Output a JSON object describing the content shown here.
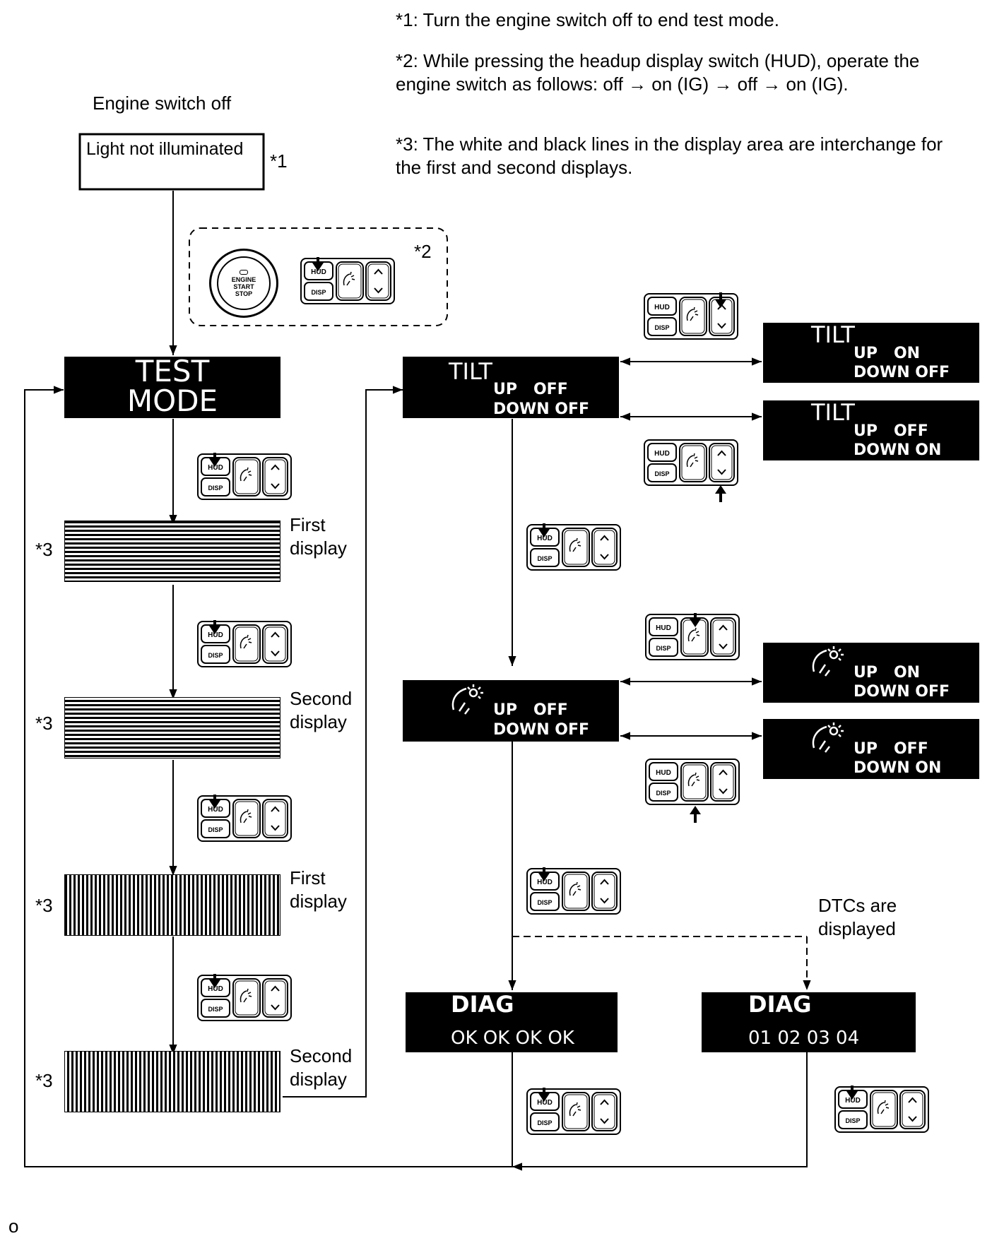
{
  "notes": {
    "n1": "*1: Turn the engine switch off to end test mode.",
    "n2": "*2: While pressing the headup display switch (HUD), operate the engine switch as follows: off → on (IG) → off → on (IG).",
    "n3": "*3: The white and black lines in the display area are interchange for the first and second displays."
  },
  "start": {
    "heading": "Engine switch off",
    "box_text": "Light not illuminated",
    "box_ref": "*1",
    "switch_ref": "*2"
  },
  "engine_button": {
    "l1": "ENGINE",
    "l2": "START",
    "l3": "STOP"
  },
  "switch_panel": {
    "hud": "HUD",
    "disp": "DISP"
  },
  "test_mode": {
    "line1": "TEST",
    "line2": "MODE"
  },
  "pattern_displays": [
    {
      "ref": "*3",
      "label1": "First",
      "label2": "display"
    },
    {
      "ref": "*3",
      "label1": "Second",
      "label2": "display"
    },
    {
      "ref": "*3",
      "label1": "First",
      "label2": "display"
    },
    {
      "ref": "*3",
      "label1": "Second",
      "label2": "display"
    }
  ],
  "tilt": {
    "title": "TILT",
    "main": {
      "row1": "UP   OFF",
      "row2": "DOWN OFF"
    },
    "up_on": {
      "row1": "UP   ON",
      "row2": "DOWN OFF"
    },
    "down_on": {
      "row1": "UP   OFF",
      "row2": "DOWN ON"
    }
  },
  "bright": {
    "main": {
      "row1": "UP   OFF",
      "row2": "DOWN OFF"
    },
    "up_on": {
      "row1": "UP   ON",
      "row2": "DOWN OFF"
    },
    "down_on": {
      "row1": "UP   OFF",
      "row2": "DOWN ON"
    }
  },
  "diag": {
    "title": "DIAG",
    "ok_values": "OK OK OK OK",
    "codes": "01 02 03 04",
    "dtc_label1": "DTCs are",
    "dtc_label2": "displayed"
  },
  "footer": {
    "code": "o"
  }
}
